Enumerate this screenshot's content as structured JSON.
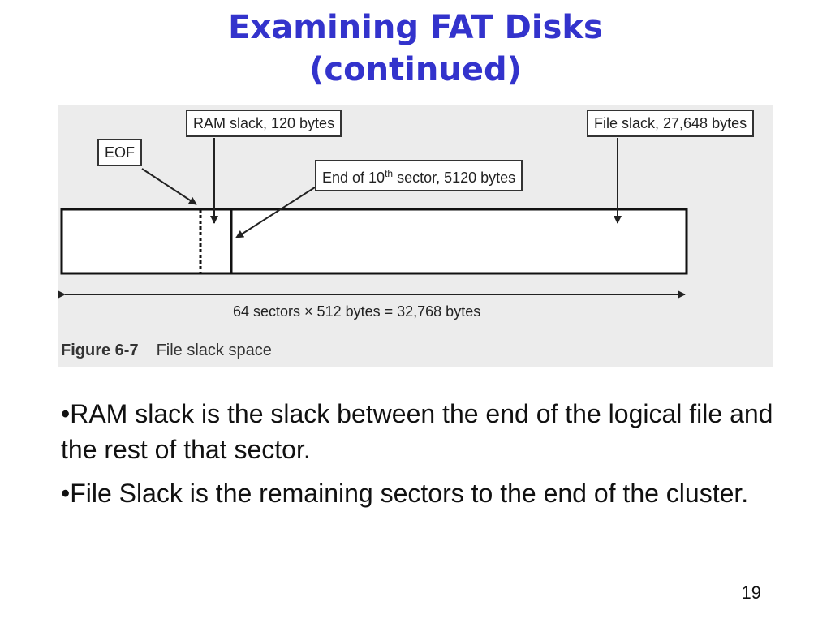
{
  "slide": {
    "title_line1": "Examining FAT Disks",
    "title_line2": "(continued)",
    "slide_number": "19"
  },
  "figure": {
    "callouts": {
      "ram_slack": "RAM slack, 120 bytes",
      "file_slack": "File slack, 27,648 bytes",
      "eof": "EOF",
      "end_sector_pre": "End of 10",
      "end_sector_sup": "th",
      "end_sector_post": " sector, 5120 bytes"
    },
    "dimension_label": "64 sectors × 512 bytes = 32,768 bytes",
    "caption_number": "Figure 6-7",
    "caption_text": "File slack space"
  },
  "bullets": [
    "•RAM slack is the slack between the end of the logical file and the rest of that sector.",
    "•File Slack is the remaining sectors to the end of the cluster."
  ],
  "colors": {
    "title": "#3333cc",
    "figure_bg": "#ececec"
  }
}
